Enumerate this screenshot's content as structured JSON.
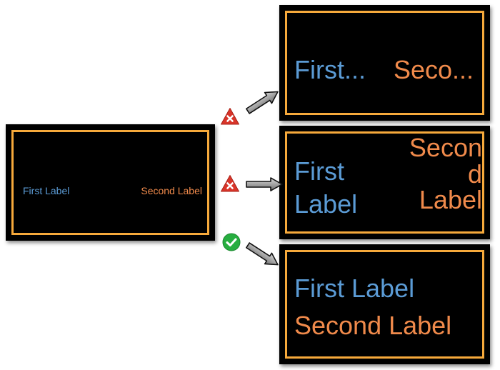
{
  "source_panel": {
    "first_label": "First Label",
    "second_label": "Second Label"
  },
  "outcomes": [
    {
      "status": "incorrect",
      "status_icon": "x-mark-icon",
      "first_label": "First...",
      "second_label": "Seco..."
    },
    {
      "status": "incorrect",
      "status_icon": "x-mark-icon",
      "first_label": "First Label",
      "second_label": "Second Label"
    },
    {
      "status": "correct",
      "status_icon": "check-mark-icon",
      "first_label": "First Label",
      "second_label": "Second Label"
    }
  ],
  "colors": {
    "panel_background": "#000000",
    "panel_border": "#f6a93b",
    "first_label": "#5b9bd5",
    "second_label": "#f08a4b",
    "incorrect_badge": "#d9352a",
    "correct_badge": "#27ae40",
    "arrow": "#7f7f7f"
  }
}
